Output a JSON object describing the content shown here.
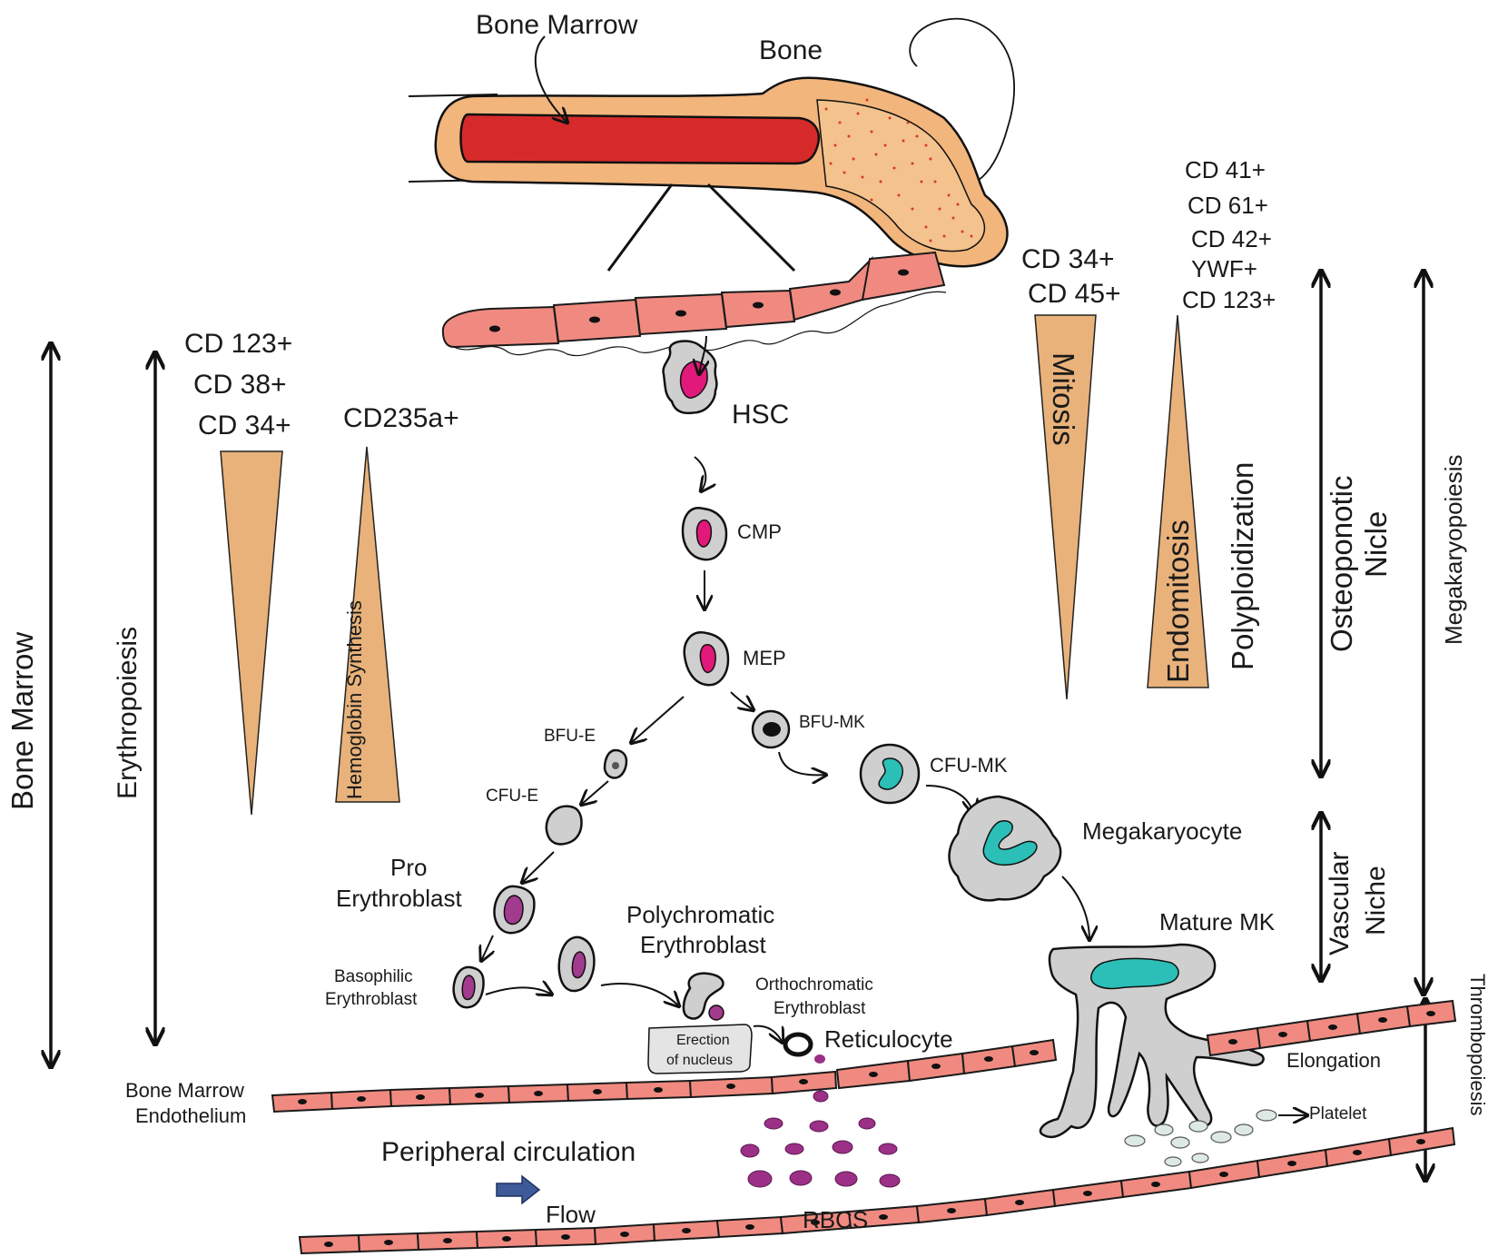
{
  "colors": {
    "marrow_red": "#d62a2a",
    "bone_orange": "#f2b57c",
    "wedge": "#e8b27a",
    "endothelium": "#f08a80",
    "stem_nucleus": "#e0197a",
    "erythroid_nucleus": "#a23a8e",
    "mk_nucleus": "#2bbfb8",
    "rbc": "#9c2f86",
    "platelet": "#dde9e6",
    "flow_arrow": "#3f5a99"
  },
  "bone": {
    "marrow_label": "Bone Marrow",
    "bone_label": "Bone"
  },
  "markers": {
    "early_erythroid": [
      "CD 123+",
      "CD 38+",
      "CD 34+"
    ],
    "late_erythroid": "CD235a+",
    "mitosis_markers": [
      "CD 34+",
      "CD 45+"
    ],
    "mk_markers": [
      "CD 41+",
      "CD 61+",
      "CD 42+",
      "YWF+",
      "CD 123+"
    ]
  },
  "gradients": {
    "hemoglobin": "Hemoglobin Synthesis",
    "mitosis": "Mitosis",
    "endomitosis": "Endomitosis",
    "polyploidization": "Polyploidization"
  },
  "ranges": {
    "bone_marrow": "Bone Marrow",
    "erythropoiesis": "Erythropoiesis",
    "osteoponotic_niche": [
      "Osteoponotic",
      "Nicle"
    ],
    "vascular_niche": [
      "Vascular",
      "Niche"
    ],
    "megakaryopoiesis": "Megakaryopoiesis",
    "thrombopoiesis": "Thrombopoiesis"
  },
  "cells": {
    "hsc": "HSC",
    "cmp": "CMP",
    "mep": "MEP",
    "bfu_e": "BFU-E",
    "cfu_e": "CFU-E",
    "pro_erythroblast": [
      "Pro",
      "Erythroblast"
    ],
    "basophilic": [
      "Basophilic",
      "Erythroblast"
    ],
    "polychromatic": [
      "Polychromatic",
      "Erythroblast"
    ],
    "orthochromatic": [
      "Orthochromatic",
      "Erythroblast"
    ],
    "erection": [
      "Erection",
      "of nucleus"
    ],
    "reticulocyte": "Reticulocyte",
    "bfu_mk": "BFU-MK",
    "cfu_mk": "CFU-MK",
    "megakaryocyte": "Megakaryocyte",
    "mature_mk": "Mature MK",
    "elongation": "Elongation",
    "platelet": "Platelet",
    "rbcs": "RBCS"
  },
  "vessel": {
    "endothelium": [
      "Bone Marrow",
      "Endothelium"
    ],
    "circulation": "Peripheral circulation",
    "flow": "Flow"
  }
}
